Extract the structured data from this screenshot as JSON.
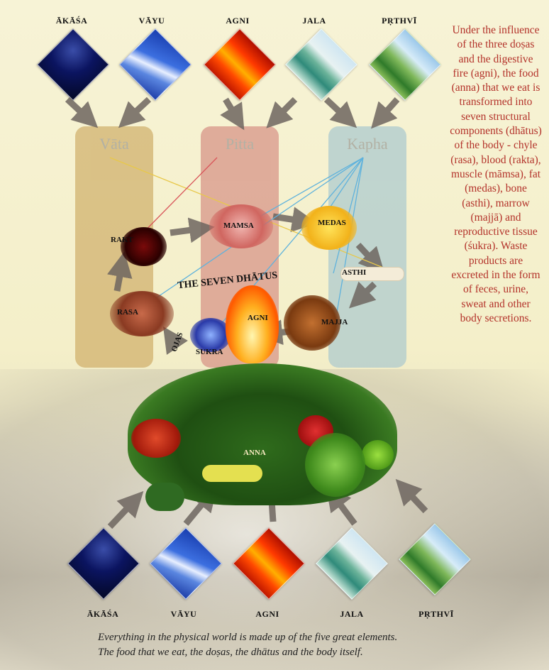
{
  "top_elements": [
    {
      "name": "ĀKĀŚA"
    },
    {
      "name": "VĀYU"
    },
    {
      "name": "AGNI"
    },
    {
      "name": "JALA"
    },
    {
      "name": "PṚTHVĪ"
    }
  ],
  "bottom_elements": [
    {
      "name": "ĀKĀŚA"
    },
    {
      "name": "VĀYU"
    },
    {
      "name": "AGNI"
    },
    {
      "name": "JALA"
    },
    {
      "name": "PṚTHVĪ"
    }
  ],
  "dosas": {
    "vata": "Vāta",
    "pitta": "Pitta",
    "kapha": "Kapha"
  },
  "dosa_colors": {
    "vata": "#c9a55a",
    "pitta": "#d2837a",
    "kapha": "#9fc3cf"
  },
  "dhatus": {
    "rakta": "RAKT",
    "mamsa": "MAMSA",
    "medas": "MEDAS",
    "asthi": "ASTHI",
    "majja": "MAJJA",
    "sukra": "SUKRA",
    "rasa": "RASA",
    "ojas": "OJAS"
  },
  "center": {
    "seven_dhatus": "THE SEVEN DHĀTUS",
    "agni": "AGNI",
    "anna": "ANNA"
  },
  "right_text": "Under the influence of the three doṣas and the digestive fire (agni), the food (anna) that we eat is transformed into seven structural components (dhātus) of the body - chyle (rasa), blood (rakta), muscle (māmsa), fat (medas), bone (asthi), marrow (majjā) and reproductive tissue (śukra). Waste products are excreted in the form of feces, urine, sweat and other body secretions.",
  "caption": {
    "line1": "Everything in the physical world is made up of the five great elements.",
    "line2": "The food that we eat, the doṣas, the dhātus and the body itself."
  }
}
